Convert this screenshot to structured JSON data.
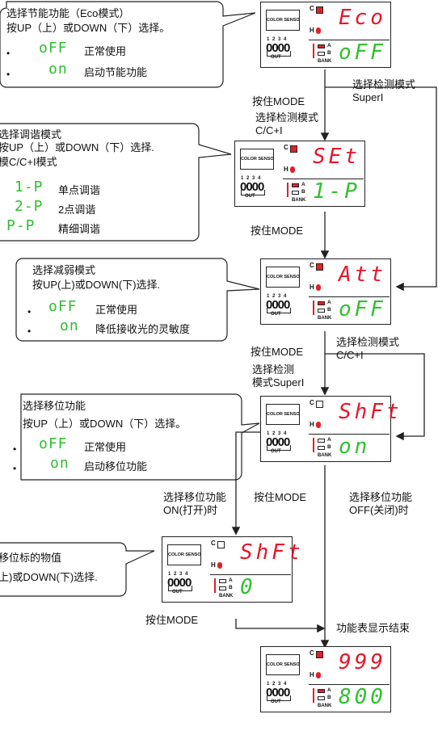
{
  "devices": [
    {
      "logo": "COLOR SENSOR",
      "c_label": "C",
      "h_label": "H",
      "out_nums": "1 2 3 4",
      "leds": "0000",
      "out": "OUT",
      "a": "A",
      "b": "B",
      "bank": "BANK",
      "red": "Eco",
      "green": "oFF"
    },
    {
      "logo": "COLOR SENSOR",
      "c_label": "C",
      "h_label": "H",
      "out_nums": "1 2 3 4",
      "leds": "0000",
      "out": "OUT",
      "a": "A",
      "b": "B",
      "bank": "BANK",
      "red": "SEt",
      "green": "1-P"
    },
    {
      "logo": "COLOR SENSOR",
      "c_label": "C",
      "h_label": "H",
      "out_nums": "1 2 3 4",
      "leds": "0000",
      "out": "OUT",
      "a": "A",
      "b": "B",
      "bank": "BANK",
      "red": "Att",
      "green": "oFF"
    },
    {
      "logo": "COLOR SENSOR",
      "c_label": "C",
      "h_label": "H",
      "out_nums": "1 2 3 4",
      "leds": "0000",
      "out": "OUT",
      "a": "A",
      "b": "B",
      "bank": "BANK",
      "red": "ShFt",
      "green": "on"
    },
    {
      "logo": "COLOR SENSOR",
      "c_label": "C",
      "h_label": "H",
      "out_nums": "1 2 3 4",
      "leds": "0000",
      "out": "OUT",
      "a": "A",
      "b": "B",
      "bank": "BANK",
      "red": "ShFt",
      "green": "0"
    },
    {
      "logo": "COLOR SENSOR",
      "c_label": "C",
      "h_label": "H",
      "out_nums": "1 2 3 4",
      "leds": "0000",
      "out": "OUT",
      "a": "A",
      "b": "B",
      "bank": "BANK",
      "red": "999",
      "green": "800"
    }
  ],
  "bubble1": {
    "line1": "选择节能功能（Eco模式）",
    "line2": "按UP（上）或DOWN（下）选择。",
    "opt1_code": "oFF",
    "opt1_text": "正常使用",
    "opt2_code": "on",
    "opt2_text": "启动节能功能"
  },
  "bubble2": {
    "line1": "选择调谐模式",
    "line2": "按UP（上）或DOWN（下）选择.",
    "line3": "模C/C+I模式",
    "opt1_code": "1-P",
    "opt1_text": "单点调谐",
    "opt2_code": "2-P",
    "opt2_text": "2点调谐",
    "opt3_code": "P-P",
    "opt3_text": "精细调谐"
  },
  "bubble3": {
    "line1": "选择减弱模式",
    "line2": "按UP(上)或DOWN(下)选择.",
    "opt1_code": "oFF",
    "opt1_text": "正常使用",
    "opt2_code": "on",
    "opt2_text": "降低接收光的灵敏度"
  },
  "bubble4": {
    "line1": "选择移位功能",
    "line2": "按UP（上）或DOWN（下）选择。",
    "opt1_code": "oFF",
    "opt1_text": "正常使用",
    "opt2_code": "on",
    "opt2_text": "启动移位功能"
  },
  "bubble5": {
    "line1": "移位标的物值",
    "line2": "上)或DOWN(下)选择."
  },
  "labels": {
    "mode1": "按住MODE",
    "sel_cc1": "选择检测模式",
    "sel_cc2": "C/C+I",
    "sel_super1": "选择检测模式",
    "sel_super2": "SuperI",
    "mode2": "按住MODE",
    "mode3": "按住MODE",
    "sel_cc3a": "选择检测模式",
    "sel_cc3b": "C/C+I",
    "sel_super3a": "选择检测",
    "sel_super3b": "模式SuperI",
    "shift_on1": "选择移位功能",
    "shift_on2": "ON(打开)时",
    "mode4": "按住MODE",
    "shift_off1": "选择移位功能",
    "shift_off2": "OFF(关闭)时",
    "mode5": "按住MODE",
    "end": "功能表显示结束"
  }
}
